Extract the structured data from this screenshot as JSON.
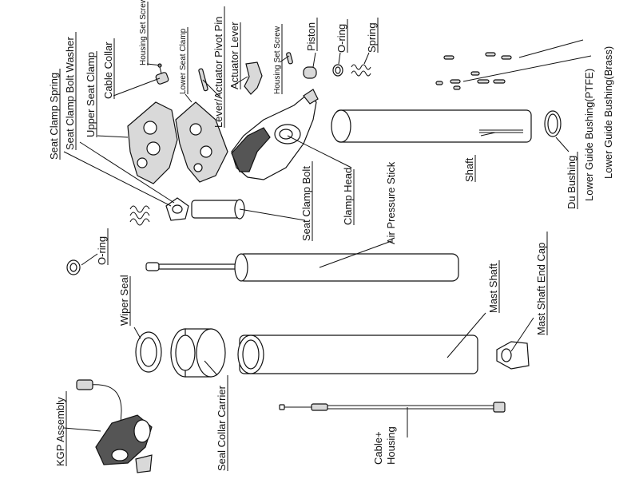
{
  "labels": {
    "seat_clamp_spring": "Seat Clamp Spring",
    "seat_clamp_bolt_washer": "Seat Clamp Bolt Washer",
    "upper_seat_clamp": "Upper Seat Clamp",
    "cable_collar": "Cable Collar",
    "housing_set_screw_left": "Housing Set Screw",
    "lower_seat_clamp": "Lower Seat Clamp",
    "lever_actuator_pivot_pin": "Lever/Actuator Pivot Pin",
    "actuator_lever": "Actuator Lever",
    "housing_set_screw_right": "Housing Set Screw",
    "piston": "Piston",
    "o_ring_top": "O-ring",
    "spring": "Spring",
    "shaft": "Shaft",
    "du_bushing": "Du  Bushing",
    "lower_guide_bushing_ptfe": "Lower Guide Bushing(PTFE)",
    "lower_guide_bushing_brass": "Lower Guide Bushing(Brass)",
    "seat_clamp_bolt": "Seat Clamp Bolt",
    "clamp_head": "Clamp Head",
    "air_pressure_stick": "Air Pressure Stick",
    "o_ring_left": "O-ring",
    "mast_shaft": "Mast Shaft",
    "mast_shaft_end_cap": "Mast Shaft End Cap",
    "wiper_seal": "Wiper Seal",
    "seal_collar_carrier": "Seal Collar Carrier",
    "kgp_assembly": "KGP Assembly",
    "cable_housing_line1": "Cable+",
    "cable_housing_line2": "Housing"
  }
}
